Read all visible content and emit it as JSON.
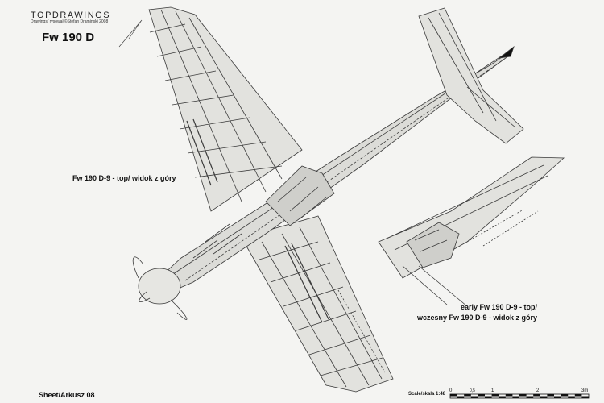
{
  "header": {
    "logo_top": "TOP",
    "logo_draw": "DRA",
    "logo_wings": "WINGS",
    "credit": "Drawings/ rysował ©Stefan Draminski 2008",
    "title": "Fw 190 D"
  },
  "labels": {
    "main_view": "Fw 190 D-9 - top/ widok z góry",
    "early_line1": "early Fw 190 D-9 - top/",
    "early_line2": "wczesny Fw 190 D-9 - widok z góry"
  },
  "footer": {
    "sheet": "Sheet/Arkusz 08",
    "scale_label": "Scale/skala 1:48",
    "scale_ticks": [
      "0",
      "0,5",
      "1",
      "2",
      "3m"
    ]
  },
  "colors": {
    "paper": "#f4f4f2",
    "ink": "#1a1a1a",
    "line": "#3a3a3a",
    "fill": "#d8d8d4"
  }
}
